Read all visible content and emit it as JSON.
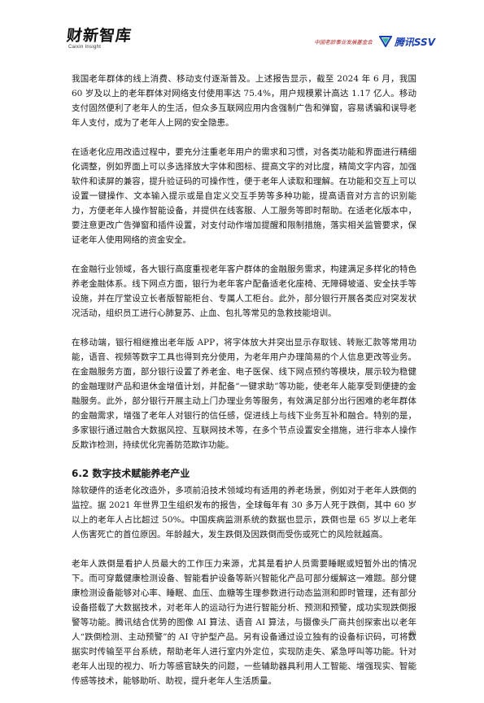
{
  "header": {
    "logo_cn": "财新智库",
    "logo_en": "Caixin Insight",
    "partner_seal_text": "中国老龄事业发展基金会",
    "partner_logo_text": "腾讯SSV",
    "icon": "tencent-ssv-triangle-icon"
  },
  "paragraphs": [
    "我国老年群体的线上消费、移动支付逐渐普及。上述报告显示，截至 2024 年 6 月，我国 60 岁及以上的老年群体对网络支付使用率达 75.4%，用户规模累计高达 1.17 亿人。移动支付固然便利了老年人的生活，但众多互联网应用内含强制广告和弹窗，容易诱骗和误导老年人支付，成为了老年人上网的安全隐患。",
    "在适老化应用改造过程中，要充分注重老年用户的需求和习惯，对各类功能和界面进行精细化调整，例如界面上可以多选择放大字体和图标、提高文字的对比度，精简文字内容，加强软件和读屏的兼容，提升验证码的可操作性，便于老年人读取和理解。在功能和交互上可以设置一键操作、文本输入提示或是自定义交互手势等多种功能，提高语音对方言的识别能力，方便老年人操作智能设备，并提供在线客服、人工服务等即时帮助。在适老化版本中，要注意更改广告弹窗和插件设置，对支付动作增加提醒和限制措施，落实相关监管要求，保证老年人使用网络的资金安全。",
    "在金融行业领域，各大银行高度重视老年客户群体的金融服务需求，构建满足多样化的特色养老金融体系。线下网点方面，银行为老年客户配备适老化座椅、无障碍坡道、安全扶手等设施，并在厅堂设立长者版智能柜台、专属人工柜台。此外，部分银行开展各类应对突发状况活动，组织员工进行心肺复苏、止血、包扎等常见的急救技能培训。",
    "在移动端，银行相继推出老年版 APP，将字体放大并突出显示存取钱、转账汇款等常用功能，语音、视频等数字工具也得到充分使用，为老年用户办理简易的个人信息更改等业务。在金融服务方面，部分银行设置了养老金、电子医保、线下网点预约等模块，展示较为稳健的金融理财产品和退休金增值计划，并配备“一键求助”等功能，使老年人能享受到便捷的金融服务。此外，部分银行开展主动上门办理业务等服务，有效满足部分出行困难的老年群体的金融需求，增强了老年人对银行的信任感，促进线上与线下业务互补和融合。特别的是，多家银行通过融合大数据风控、互联网技术等，在多个节点设置安全措施，进行非本人操作反欺诈检测，持续优化完善防范欺诈功能。"
  ],
  "section": {
    "title": "6.2  数字技术赋能养老产业",
    "paragraphs": [
      "除软硬件的适老化改造外，多项前沿技术领域均有适用的养老场景，例如对于老年人跌倒的监控。据 2021 年世界卫生组织发布的报告，全球每年有 30 多万人死于跌倒，其中 60 岁以上的老年人占比超过 50%。中国疾病监测系统的数据也显示，跌倒也是 65 岁以上老年人伤害死亡的首位原因。年龄越大，发生跌倒及因跌倒而受伤或死亡的风险就越高。",
      "老年人跌倒是看护人员最大的工作压力来源，尤其是看护人员需要睡眠或短暂外出的情况下。而可穿戴健康检测设备、智能看护设备等新兴智能化产品可部分缓解这一难题。部分健康检测设备能够对心率、睡眠、血压、血糖等生理参数进行动态监测和即时管理，还有部分设备搭载了大数据技术，对老年人的运动行为进行智能分析、预测和预警，成功实现跌倒报警等功能。腾讯结合优势的图像 AI 算法、语音 AI 算法，与摄像头厂商共创探索出以老年人“跌倒检测、主动预警”的 AI 守护型产品。另有设备通过设立独有的设备标识码，可将数据实时传输至平台系统，帮助老年人进行室内外定位，实现防走失、紧急呼叫等功能。针对老年人出现的视力、听力等感官缺失的问题，一些辅助器具利用人工智能、增强现实、智能传感等技术，能够助听、助视，提升老年人生活质量。"
    ]
  },
  "footer": {
    "page_number": "40"
  }
}
